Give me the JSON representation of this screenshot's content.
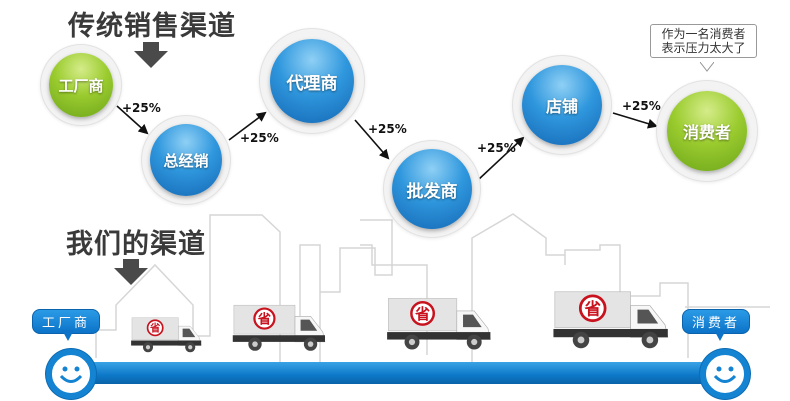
{
  "traditional": {
    "title": "传统销售渠道",
    "nodes": [
      {
        "label": "工厂商",
        "color": "green"
      },
      {
        "label": "总经销",
        "color": "blue"
      },
      {
        "label": "代理商",
        "color": "blue"
      },
      {
        "label": "批发商",
        "color": "blue"
      },
      {
        "label": "店铺",
        "color": "blue"
      },
      {
        "label": "消费者",
        "color": "green"
      }
    ],
    "markups": [
      "+25%",
      "+25%",
      "+25%",
      "+25%",
      "+25%"
    ],
    "consumer_bubble": {
      "line1": "作为一名消费者",
      "line2": "表示压力太大了"
    }
  },
  "ours": {
    "title": "我们的渠道",
    "start_tag": "工厂商",
    "end_tag": "消费者",
    "truck_emblem": "省"
  },
  "colors": {
    "green": "#8cc22b",
    "blue": "#1f86d6",
    "bar": "#0d78c8",
    "emblem_red": "#c8121e"
  }
}
